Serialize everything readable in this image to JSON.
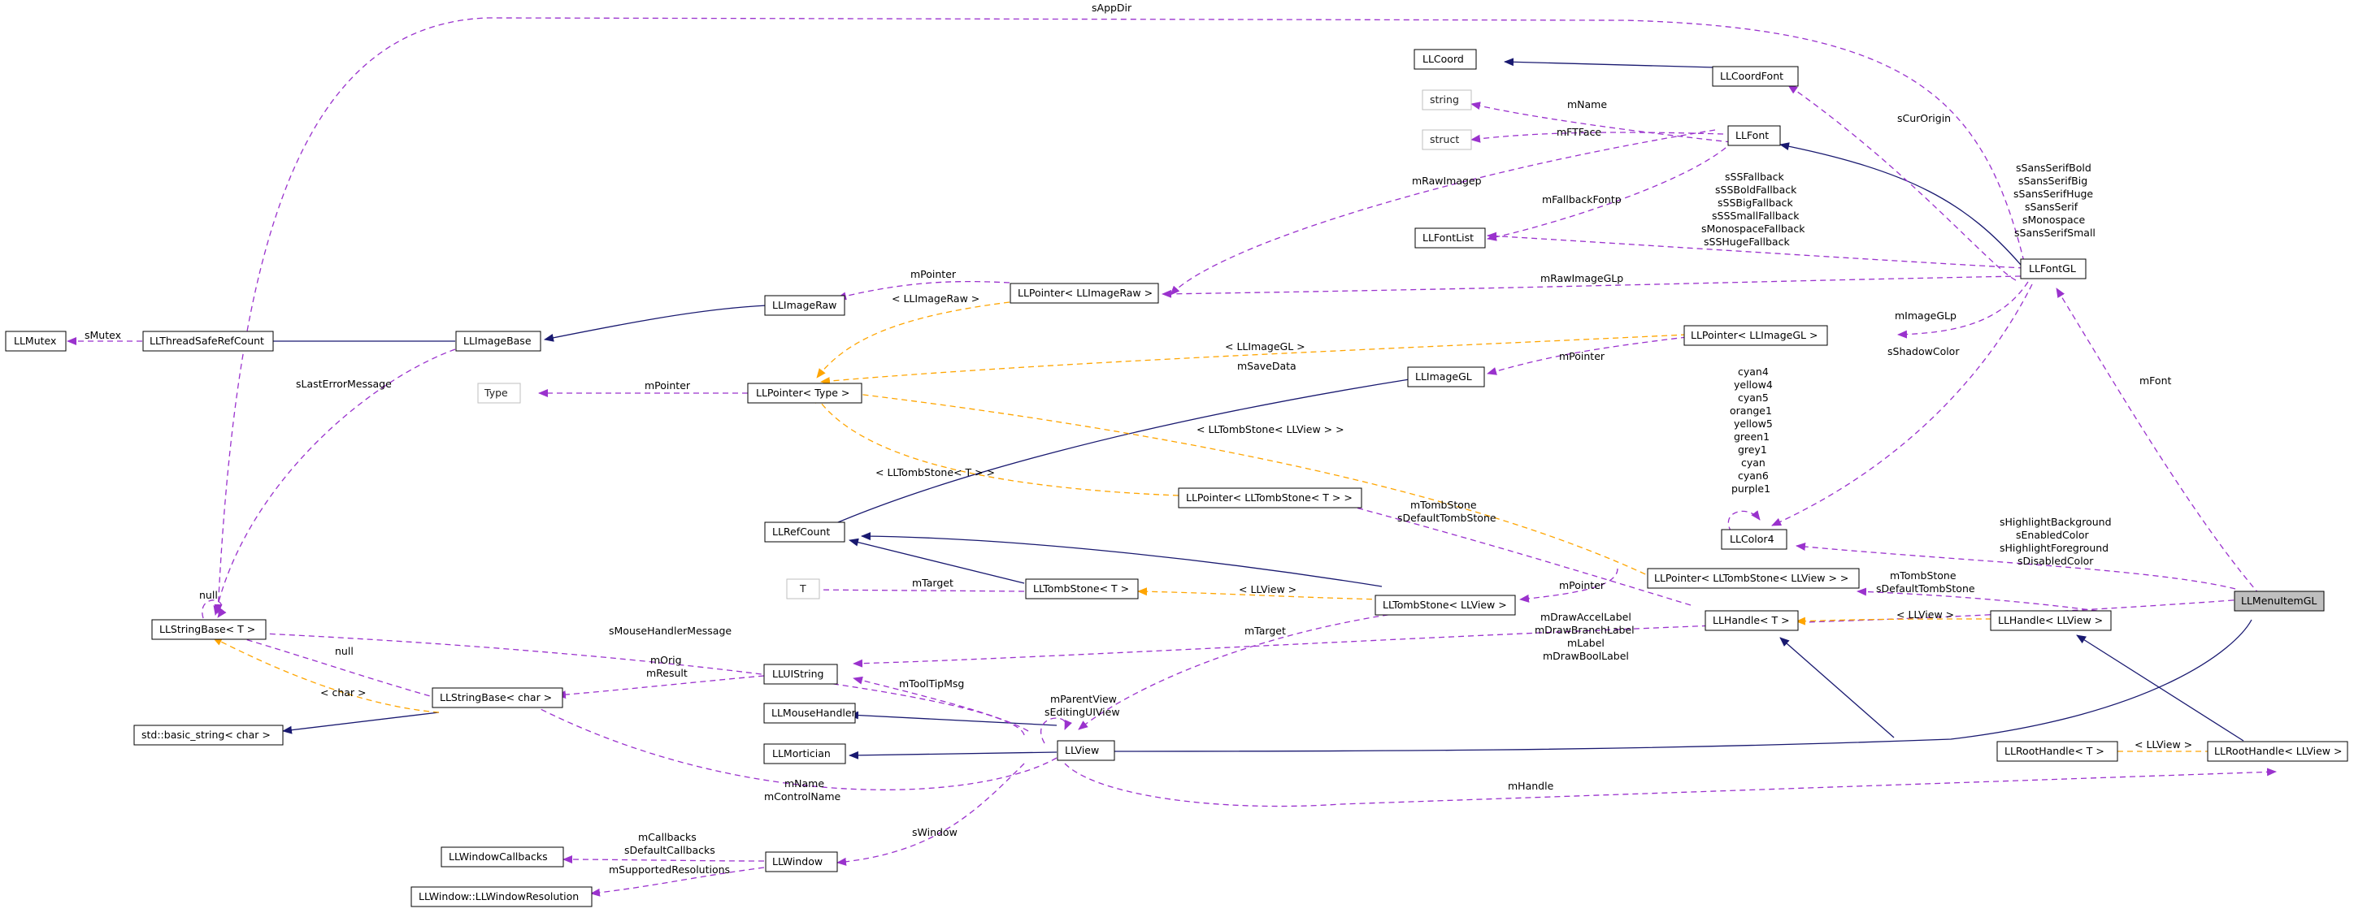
{
  "diagram": {
    "nodes": [
      {
        "id": "LLMutex",
        "label": "LLMutex"
      },
      {
        "id": "LLThreadSafeRefCount",
        "label": "LLThreadSafeRefCount"
      },
      {
        "id": "LLImageBase",
        "label": "LLImageBase"
      },
      {
        "id": "LLImageRaw",
        "label": "LLImageRaw"
      },
      {
        "id": "LLPointerImageRaw",
        "label": "LLPointer< LLImageRaw >"
      },
      {
        "id": "Type",
        "label": "Type"
      },
      {
        "id": "LLPointerType",
        "label": "LLPointer< Type >"
      },
      {
        "id": "LLRefCount",
        "label": "LLRefCount"
      },
      {
        "id": "T",
        "label": "T"
      },
      {
        "id": "LLTombStoneT",
        "label": "LLTombStone< T >"
      },
      {
        "id": "LLTombStoneLLView",
        "label": "LLTombStone< LLView >"
      },
      {
        "id": "LLPointerTombStoneT",
        "label": "LLPointer< LLTombStone< T > >"
      },
      {
        "id": "LLPointerTombStoneLLView",
        "label": "LLPointer< LLTombStone< LLView > >"
      },
      {
        "id": "LLStringBaseT",
        "label": "LLStringBase< T >"
      },
      {
        "id": "LLStringBaseChar",
        "label": "LLStringBase< char >"
      },
      {
        "id": "StdBasicString",
        "label": "std::basic_string< char >"
      },
      {
        "id": "LLUIString",
        "label": "LLUIString"
      },
      {
        "id": "LLMouseHandler",
        "label": "LLMouseHandler"
      },
      {
        "id": "LLMortician",
        "label": "LLMortician"
      },
      {
        "id": "LLView",
        "label": "LLView"
      },
      {
        "id": "LLWindowCallbacks",
        "label": "LLWindowCallbacks"
      },
      {
        "id": "LLWindow",
        "label": "LLWindow"
      },
      {
        "id": "LLWindowResolution",
        "label": "LLWindow::LLWindowResolution"
      },
      {
        "id": "LLCoord",
        "label": "LLCoord"
      },
      {
        "id": "LLCoordFont",
        "label": "LLCoordFont"
      },
      {
        "id": "string",
        "label": "string"
      },
      {
        "id": "struct",
        "label": "struct"
      },
      {
        "id": "LLFont",
        "label": "LLFont"
      },
      {
        "id": "LLFontList",
        "label": "LLFontList"
      },
      {
        "id": "LLFontGL",
        "label": "LLFontGL"
      },
      {
        "id": "LLImageGL",
        "label": "LLImageGL"
      },
      {
        "id": "LLPointerImageGL",
        "label": "LLPointer< LLImageGL >"
      },
      {
        "id": "LLColor4",
        "label": "LLColor4"
      },
      {
        "id": "LLHandleT",
        "label": "LLHandle< T >"
      },
      {
        "id": "LLHandleLLView",
        "label": "LLHandle< LLView >"
      },
      {
        "id": "LLRootHandleT",
        "label": "LLRootHandle< T >"
      },
      {
        "id": "LLRootHandleLLView",
        "label": "LLRootHandle< LLView >"
      },
      {
        "id": "LLMenuItemGL",
        "label": "LLMenuItemGL"
      }
    ],
    "edge_labels": {
      "sAppDir": "sAppDir",
      "sMutex": "sMutex",
      "sLastErrorMessage": "sLastErrorMessage",
      "mPointer_raw": "mPointer",
      "LLImageRaw_tmpl": "< LLImageRaw >",
      "mPointer_type": "mPointer",
      "LLImageGL_tmpl": "< LLImageGL >",
      "mSaveData": "mSaveData",
      "mPointer_gl": "mPointer",
      "mImageGLp": "mImageGLp",
      "mRawImagep": "mRawImagep",
      "mRawImageGLp": "mRawImageGLp",
      "mName": "mName",
      "mFTFace": "mFTFace",
      "mFallbackFontp": "mFallbackFontp",
      "sCurOrigin": "sCurOrigin",
      "fallbacks": [
        "sSSFallback",
        "sSSBoldFallback",
        "sSSBigFallback",
        "sSSSmallFallback",
        "sMonospaceFallback",
        "sSSHugeFallback"
      ],
      "fonts": [
        "sSansSerifBold",
        "sSansSerifBig",
        "sSansSerifHuge",
        "sSansSerif",
        "sMonospace",
        "sSansSerifSmall"
      ],
      "sShadowColor": "sShadowColor",
      "mFont": "mFont",
      "colors": [
        "cyan4",
        "yellow4",
        "cyan5",
        "orange1",
        "yellow5",
        "green1",
        "grey1",
        "cyan",
        "cyan6",
        "purple1"
      ],
      "menuColors": [
        "sHighlightBackground",
        "sEnabledColor",
        "sHighlightForeground",
        "sDisabledColor"
      ],
      "LLTombStoneLLView_tmpl2": "< LLTombStone< LLView > >",
      "LLTombStoneT_tmpl2": "< LLTombStone< T > >",
      "tombLabels": [
        "mTombStone",
        "sDefaultTombStone"
      ],
      "tombLabels2": [
        "mTombStone",
        "sDefaultTombStone"
      ],
      "mPointer_tomb": "mPointer",
      "mTarget_T": "mTarget",
      "LLView_tmpl_tomb": "< LLView >",
      "mTarget_view": "mTarget",
      "LLView_tmpl_handle": "< LLView >",
      "LLView_tmpl_root": "< LLView >",
      "null_self": "null",
      "sMouseHandlerMessage": "sMouseHandlerMessage",
      "null_char": "null",
      "char_tmpl": "< char >",
      "origResult": [
        "mOrig",
        "mResult"
      ],
      "mToolTipMsg": "mToolTipMsg",
      "parentEditing": [
        "mParentView",
        "sEditingUIView"
      ],
      "drawLabels": [
        "mDrawAccelLabel",
        "mDrawBranchLabel",
        "mLabel",
        "mDrawBoolLabel"
      ],
      "nameLabels": [
        "mName",
        "mControlName"
      ],
      "callbacks": [
        "mCallbacks",
        "sDefaultCallbacks"
      ],
      "mSupportedResolutions": "mSupportedResolutions",
      "sWindow": "sWindow",
      "mHandle": "mHandle"
    }
  }
}
